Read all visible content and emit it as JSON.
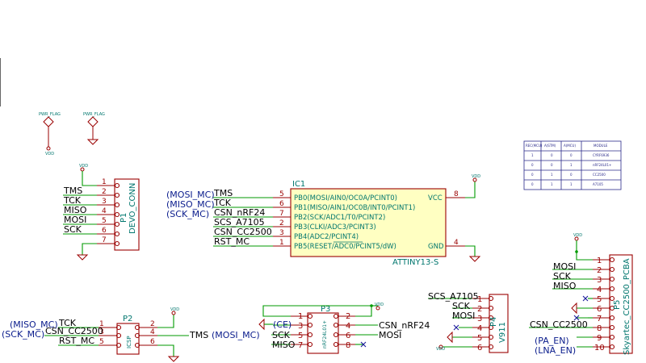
{
  "power_flags": [
    {
      "label": "PWR_FLAG",
      "net": "VDD"
    },
    {
      "label": "PWR_FLAG",
      "net": ""
    }
  ],
  "power_labels": {
    "vdd": "VDD"
  },
  "table": {
    "headers": [
      "REC(MCU)",
      "A(STM)",
      "A(MCU)",
      "MODULE"
    ],
    "rows": [
      [
        "1",
        "0",
        "0",
        "CYRF6936"
      ],
      [
        "0",
        "0",
        "1",
        "nRF24L01+"
      ],
      [
        "0",
        "1",
        "0",
        "CC2500"
      ],
      [
        "0",
        "1",
        "1",
        "A7105"
      ]
    ]
  },
  "ic1": {
    "ref": "IC1",
    "value": "ATTINY13-S",
    "left_pins": [
      {
        "num": "5",
        "name": "PB0(MOSI/AIN0/OC0A/PCINT0)",
        "net": "TMS",
        "hier": "(MOSI_MC)"
      },
      {
        "num": "6",
        "name": "PB1(MISO/AIN1/OC0B/INT0/PCINT1)",
        "net": "TCK",
        "hier": "(MISO_MC)"
      },
      {
        "num": "7",
        "name": "PB2(SCK/ADC1/T0/PCINT2)",
        "net": "CSN_nRF24",
        "hier": "(SCK_MC)"
      },
      {
        "num": "2",
        "name": "PB3(CLKI/ADC3/PCINT3)",
        "net": "SCS_A7105",
        "hier": ""
      },
      {
        "num": "3",
        "name": "PB4(ADC2/PCINT4)",
        "net": "CSN_CC2500",
        "hier": ""
      },
      {
        "num": "1",
        "name": "PB5(RESET/ADC0/PCINT5/dW)",
        "net": "RST_MC",
        "hier": ""
      }
    ],
    "right_pins": [
      {
        "num": "8",
        "name": "VCC"
      },
      {
        "num": "4",
        "name": "GND"
      }
    ]
  },
  "p1": {
    "ref": "P1",
    "value": "DEVO_CONN",
    "pins": [
      {
        "num": "1",
        "net": ""
      },
      {
        "num": "2",
        "net": "TMS"
      },
      {
        "num": "3",
        "net": "TCK"
      },
      {
        "num": "4",
        "net": "MISO"
      },
      {
        "num": "5",
        "net": "MOSI"
      },
      {
        "num": "6",
        "net": "SCK"
      },
      {
        "num": "7",
        "net": ""
      }
    ]
  },
  "p2": {
    "ref": "P2",
    "value": "ICSP",
    "left_pins": [
      {
        "num": "1",
        "net": "TCK",
        "hier": "(MISO_MC)"
      },
      {
        "num": "3",
        "net": "CSN_CC2500",
        "hier": "(SCK_MC)"
      },
      {
        "num": "5",
        "net": "RST_MC",
        "hier": ""
      }
    ],
    "right_pins": [
      {
        "num": "2",
        "net": ""
      },
      {
        "num": "4",
        "net": "TMS",
        "hier": "(MOSI_MC)"
      },
      {
        "num": "6",
        "net": ""
      }
    ]
  },
  "p3": {
    "ref": "P3",
    "value": "nRF24L01+",
    "left_pins": [
      {
        "num": "1",
        "net": ""
      },
      {
        "num": "3",
        "net": "(CE)"
      },
      {
        "num": "5",
        "net": "SCK"
      },
      {
        "num": "7",
        "net": "MISO"
      }
    ],
    "right_pins": [
      {
        "num": "2",
        "net": ""
      },
      {
        "num": "4",
        "net": "CSN_nRF24"
      },
      {
        "num": "6",
        "net": "MOSI"
      },
      {
        "num": "8",
        "net": ""
      }
    ]
  },
  "p4": {
    "ref": "P4",
    "value": "V911",
    "pins": [
      {
        "num": "1",
        "net": "SCS_A7105"
      },
      {
        "num": "2",
        "net": "SCK"
      },
      {
        "num": "3",
        "net": "MOSI"
      },
      {
        "num": "4",
        "net": ""
      },
      {
        "num": "5",
        "net": ""
      },
      {
        "num": "6",
        "net": ""
      }
    ]
  },
  "p5": {
    "ref": "P5",
    "value": "Skyartec_CC2500_PCBA",
    "pins": [
      {
        "num": "1",
        "net": ""
      },
      {
        "num": "2",
        "net": "MOSI"
      },
      {
        "num": "3",
        "net": "SCK"
      },
      {
        "num": "4",
        "net": "MISO"
      },
      {
        "num": "5",
        "net": ""
      },
      {
        "num": "6",
        "net": ""
      },
      {
        "num": "7",
        "net": ""
      },
      {
        "num": "8",
        "net": "CSN_CC2500"
      },
      {
        "num": "9",
        "net": "(PA_EN)"
      },
      {
        "num": "10",
        "net": "(LNA_EN)"
      }
    ]
  },
  "colors": {
    "wire": "#009a00",
    "component": "#9a0000",
    "pin_name": "#00766e",
    "hier_label": "#0a1c8c",
    "ic_fill": "#ffffc2"
  }
}
